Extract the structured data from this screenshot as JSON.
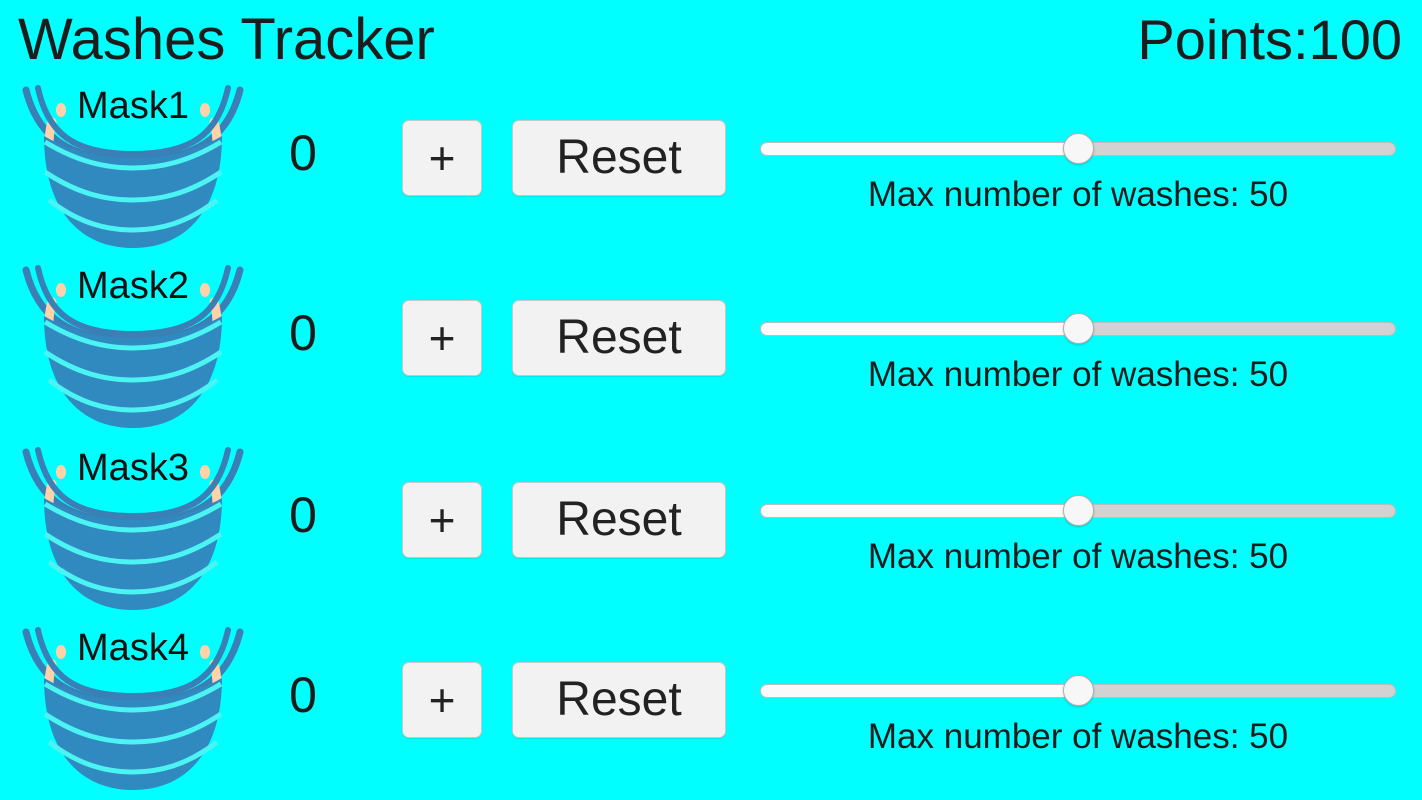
{
  "header": {
    "title": "Washes Tracker",
    "points_label": "Points:",
    "points_value": "100"
  },
  "colors": {
    "background": "#00FFFF",
    "mask_body": "#3089BF",
    "mask_strap": "#3a7fb5",
    "mask_ear": "#ffd2aa",
    "button_face": "#f2f2f2",
    "button_border": "#c8c8c8",
    "text": "#1c1c1c",
    "track_filled": "#fafafa",
    "track_remaining": "#d2d2d2",
    "thumb": "#f7f7f7"
  },
  "icons": {
    "mask": "face-mask-icon",
    "plus": "plus-icon"
  },
  "controls": {
    "increment_label": "+",
    "reset_label": "Reset",
    "slider_caption_prefix": "Max number of washes: "
  },
  "rows": [
    {
      "mask_label": "Mask1",
      "count": "0",
      "increment_label": "+",
      "reset_label": "Reset",
      "slider": {
        "value": 50,
        "min": 0,
        "max": 100,
        "percent": 50,
        "caption": "Max number of washes: 50"
      }
    },
    {
      "mask_label": "Mask2",
      "count": "0",
      "increment_label": "+",
      "reset_label": "Reset",
      "slider": {
        "value": 50,
        "min": 0,
        "max": 100,
        "percent": 50,
        "caption": "Max number of washes: 50"
      }
    },
    {
      "mask_label": "Mask3",
      "count": "0",
      "increment_label": "+",
      "reset_label": "Reset",
      "slider": {
        "value": 50,
        "min": 0,
        "max": 100,
        "percent": 50,
        "caption": "Max number of washes: 50"
      }
    },
    {
      "mask_label": "Mask4",
      "count": "0",
      "increment_label": "+",
      "reset_label": "Reset",
      "slider": {
        "value": 50,
        "min": 0,
        "max": 100,
        "percent": 50,
        "caption": "Max number of washes: 50"
      }
    }
  ]
}
